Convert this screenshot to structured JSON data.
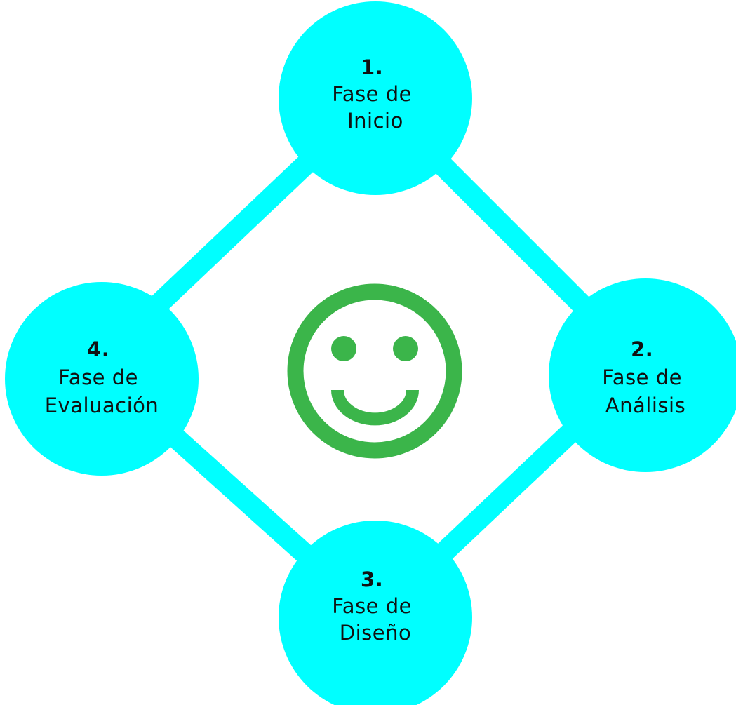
{
  "colors": {
    "node_fill": "#00FFFF",
    "connector": "#00FFFF",
    "smiley": "#3BB54A",
    "text": "#111111"
  },
  "center_icon": "smiley-face-icon",
  "phases": [
    {
      "number": "1.",
      "line1": "Fase de",
      "line2": "Inicio"
    },
    {
      "number": "2.",
      "line1": "Fase de",
      "line2": "Análisis"
    },
    {
      "number": "3.",
      "line1": "Fase de",
      "line2": "Diseño"
    },
    {
      "number": "4.",
      "line1": "Fase de",
      "line2": "Evaluación"
    }
  ]
}
